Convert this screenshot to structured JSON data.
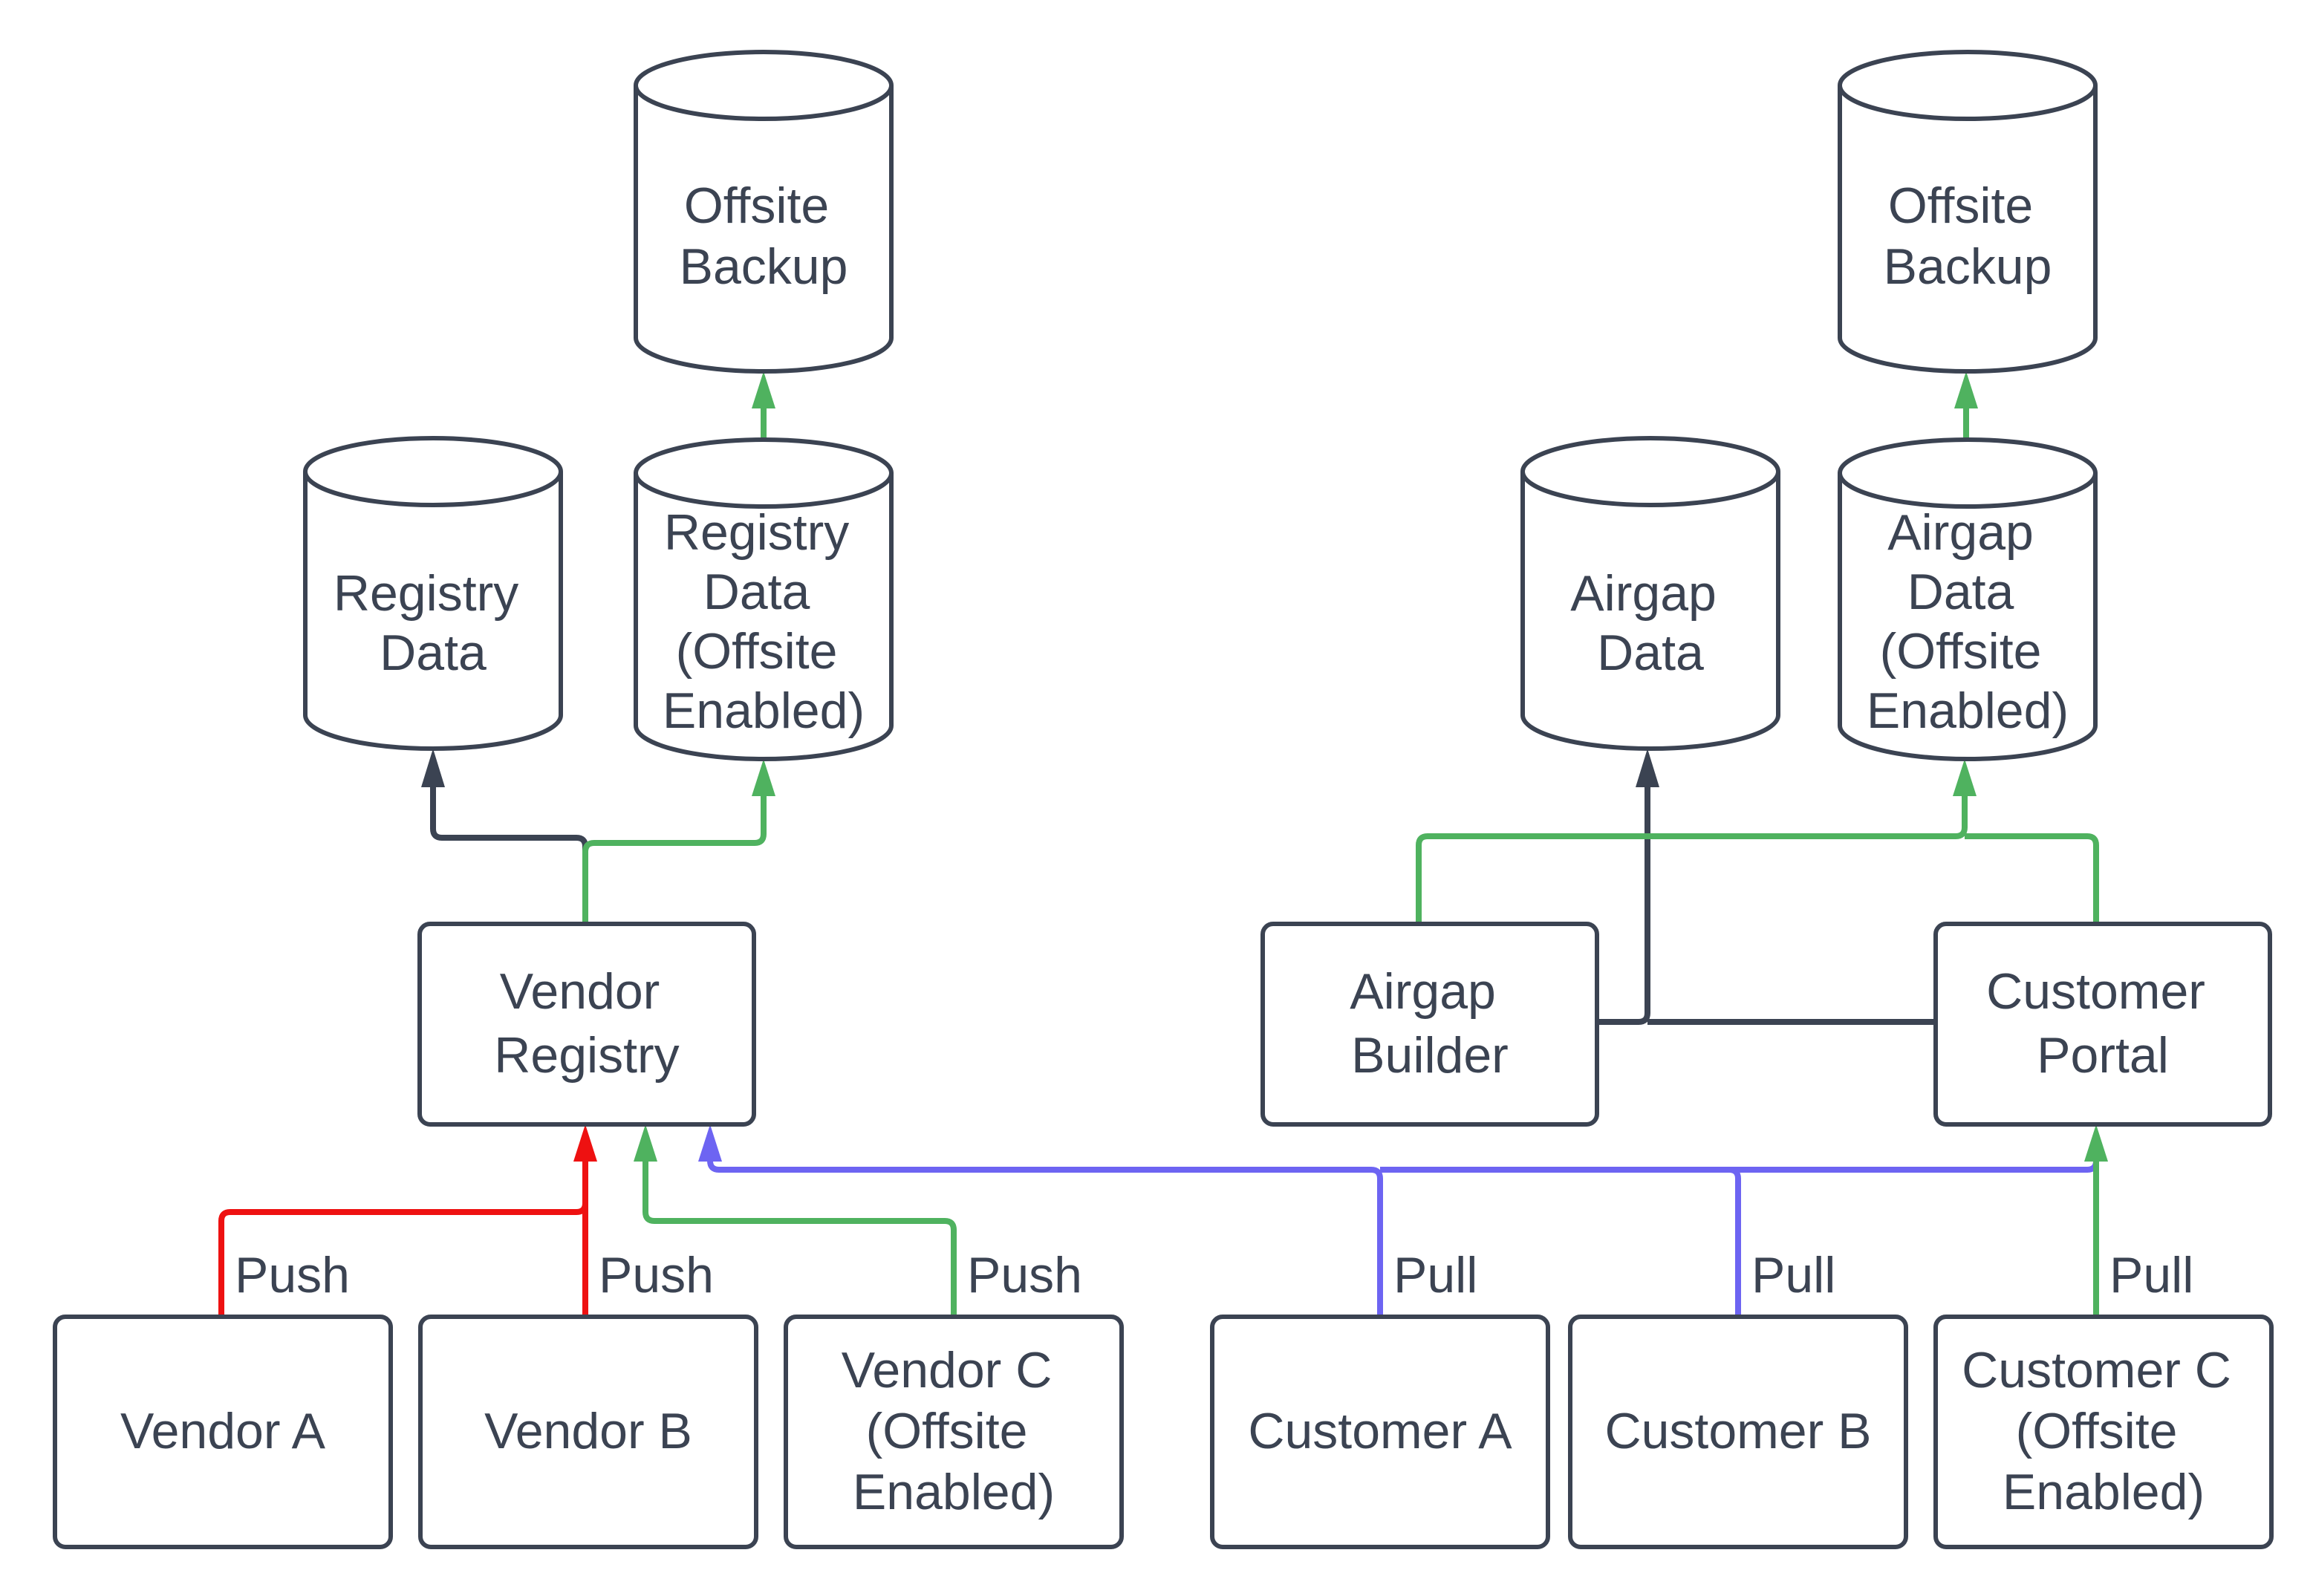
{
  "colors": {
    "dark": "#3b4352",
    "red": "#ee1111",
    "green": "#4fb25f",
    "blue": "#6d64f2",
    "node_fill": "#ffffff",
    "background": "#ffffff"
  },
  "nodes": {
    "offsite_backup_left": {
      "shape": "cylinder",
      "lines": [
        "Offsite",
        "Backup"
      ]
    },
    "registry_data": {
      "shape": "cylinder",
      "lines": [
        "Registry",
        "Data"
      ]
    },
    "registry_data_offsite": {
      "shape": "cylinder",
      "lines": [
        "Registry",
        "Data",
        "(Offsite",
        "Enabled)"
      ]
    },
    "offsite_backup_right": {
      "shape": "cylinder",
      "lines": [
        "Offsite",
        "Backup"
      ]
    },
    "airgap_data": {
      "shape": "cylinder",
      "lines": [
        "Airgap",
        "Data"
      ]
    },
    "airgap_data_offsite": {
      "shape": "cylinder",
      "lines": [
        "Airgap",
        "Data",
        "(Offsite",
        "Enabled)"
      ]
    },
    "vendor_registry": {
      "shape": "rect",
      "lines": [
        "Vendor",
        "Registry"
      ]
    },
    "airgap_builder": {
      "shape": "rect",
      "lines": [
        "Airgap",
        "Builder"
      ]
    },
    "customer_portal": {
      "shape": "rect",
      "lines": [
        "Customer",
        "Portal"
      ]
    },
    "vendor_a": {
      "shape": "rect",
      "lines": [
        "Vendor A"
      ]
    },
    "vendor_b": {
      "shape": "rect",
      "lines": [
        "Vendor B"
      ]
    },
    "vendor_c": {
      "shape": "rect",
      "lines": [
        "Vendor C",
        "(Offsite",
        "Enabled)"
      ]
    },
    "customer_a": {
      "shape": "rect",
      "lines": [
        "Customer A"
      ]
    },
    "customer_b": {
      "shape": "rect",
      "lines": [
        "Customer B"
      ]
    },
    "customer_c": {
      "shape": "rect",
      "lines": [
        "Customer C",
        "(Offsite",
        "Enabled)"
      ]
    }
  },
  "edge_labels": {
    "vendor_a_push": "Push",
    "vendor_b_push": "Push",
    "vendor_c_push": "Push",
    "customer_a_pull": "Pull",
    "customer_b_pull": "Pull",
    "customer_c_pull": "Pull"
  }
}
